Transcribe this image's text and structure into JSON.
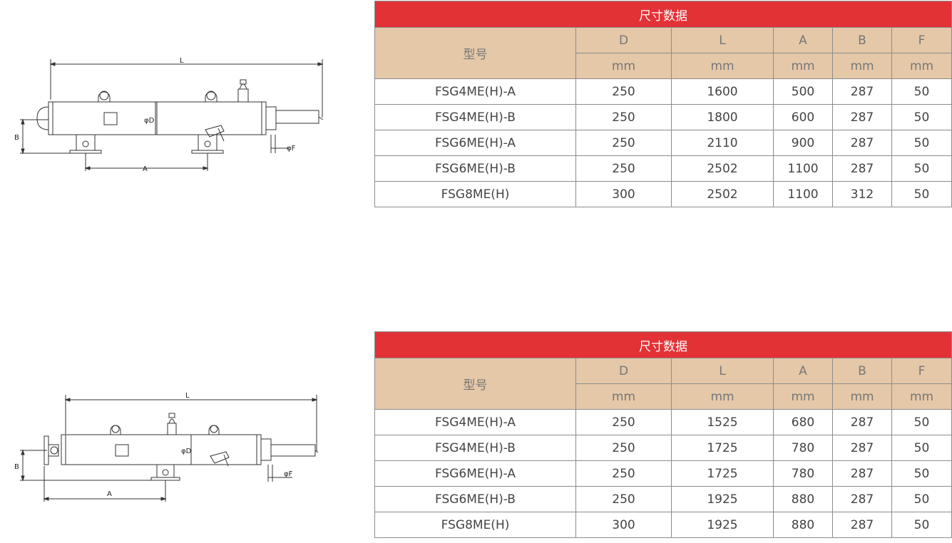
{
  "tables": [
    {
      "title": "尺寸数据",
      "model_header": "型号",
      "columns": [
        {
          "name": "D",
          "unit": "mm"
        },
        {
          "name": "L",
          "unit": "mm"
        },
        {
          "name": "A",
          "unit": "mm"
        },
        {
          "name": "B",
          "unit": "mm"
        },
        {
          "name": "F",
          "unit": "mm"
        }
      ],
      "rows": [
        {
          "model": "FSG4ME(H)-A",
          "D": "250",
          "L": "1600",
          "A": "500",
          "B": "287",
          "F": "50"
        },
        {
          "model": "FSG4ME(H)-B",
          "D": "250",
          "L": "1800",
          "A": "600",
          "B": "287",
          "F": "50"
        },
        {
          "model": "FSG6ME(H)-A",
          "D": "250",
          "L": "2110",
          "A": "900",
          "B": "287",
          "F": "50"
        },
        {
          "model": "FSG6ME(H)-B",
          "D": "250",
          "L": "2502",
          "A": "1100",
          "B": "287",
          "F": "50"
        },
        {
          "model": "FSG8ME(H)",
          "D": "300",
          "L": "2502",
          "A": "1100",
          "B": "312",
          "F": "50"
        }
      ]
    },
    {
      "title": "尺寸数据",
      "model_header": "型号",
      "columns": [
        {
          "name": "D",
          "unit": "mm"
        },
        {
          "name": "L",
          "unit": "mm"
        },
        {
          "name": "A",
          "unit": "mm"
        },
        {
          "name": "B",
          "unit": "mm"
        },
        {
          "name": "F",
          "unit": "mm"
        }
      ],
      "rows": [
        {
          "model": "FSG4ME(H)-A",
          "D": "250",
          "L": "1525",
          "A": "680",
          "B": "287",
          "F": "50"
        },
        {
          "model": "FSG4ME(H)-B",
          "D": "250",
          "L": "1725",
          "A": "780",
          "B": "287",
          "F": "50"
        },
        {
          "model": "FSG6ME(H)-A",
          "D": "250",
          "L": "1725",
          "A": "780",
          "B": "287",
          "F": "50"
        },
        {
          "model": "FSG6ME(H)-B",
          "D": "250",
          "L": "1925",
          "A": "880",
          "B": "287",
          "F": "50"
        },
        {
          "model": "FSG8ME(H)",
          "D": "300",
          "L": "1925",
          "A": "880",
          "B": "287",
          "F": "50"
        }
      ]
    }
  ],
  "drawings": [
    {
      "label_L": "L",
      "label_A": "A",
      "label_B": "B",
      "label_D": "φD",
      "label_F": "φF"
    },
    {
      "label_L": "L",
      "label_A": "A",
      "label_B": "B",
      "label_D": "φD",
      "label_F": "φF"
    }
  ]
}
